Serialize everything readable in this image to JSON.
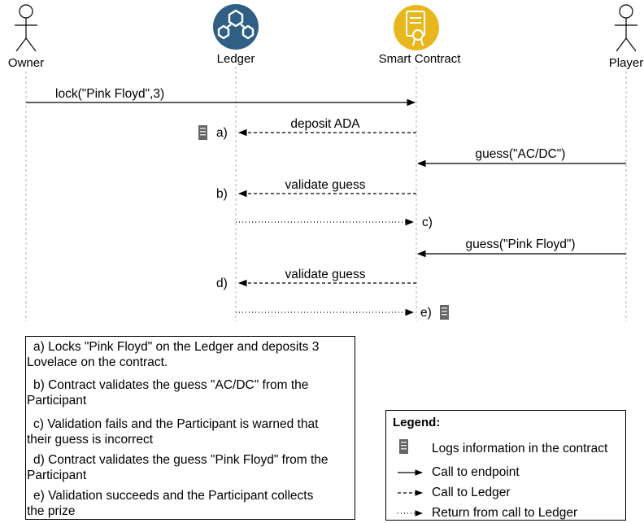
{
  "actors": {
    "owner": "Owner",
    "ledger": "Ledger",
    "smart_contract": "Smart Contract",
    "player": "Player"
  },
  "messages": [
    {
      "label": "lock(\"Pink Floyd\",3)",
      "kind": "call"
    },
    {
      "label": "deposit ADA",
      "kind": "ledger",
      "tag": "a)"
    },
    {
      "label": "guess(\"AC/DC\")",
      "kind": "call"
    },
    {
      "label": "validate guess",
      "kind": "ledger",
      "tag": "b)"
    },
    {
      "label": "",
      "kind": "return",
      "tag": "c)"
    },
    {
      "label": "guess(\"Pink Floyd\")",
      "kind": "call"
    },
    {
      "label": "validate guess",
      "kind": "ledger",
      "tag": "d)"
    },
    {
      "label": "",
      "kind": "return",
      "tag": "e)"
    }
  ],
  "notes": [
    {
      "line1": "a) Locks \"Pink Floyd\" on the Ledger and deposits 3",
      "line2": "Lovelace on the contract."
    },
    {
      "line1": "b) Contract validates the guess \"AC/DC\" from the",
      "line2": "Participant"
    },
    {
      "line1": "c) Validation fails and the Participant is warned that",
      "line2": "their guess is incorrect"
    },
    {
      "line1": "d) Contract validates the guess \"Pink Floyd\" from the",
      "line2": "Participant"
    },
    {
      "line1": "e) Validation succeeds and the Participant collects",
      "line2": "the prize"
    }
  ],
  "legend": {
    "title": "Legend:",
    "log": "Logs information in the contract",
    "call": "Call to endpoint",
    "ledger_call": "Call to Ledger",
    "ledger_return": "Return from call to Ledger"
  },
  "colors": {
    "ledger_icon": "#2f5f85",
    "contract_icon": "#e8b71d",
    "lifeline": "#b0b0b0"
  }
}
